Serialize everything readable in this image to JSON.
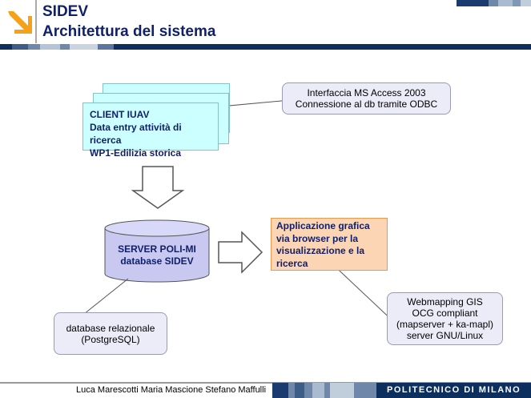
{
  "header": {
    "title": "SIDEV",
    "subtitle": "Architettura del sistema"
  },
  "client": {
    "lines": [
      "CLIENT IUAV",
      "Data entry attività di ricerca",
      "WP1-Edilizia storica"
    ]
  },
  "server": {
    "lines": [
      "SERVER POLI-MI",
      "database SIDEV"
    ]
  },
  "app": {
    "lines": [
      "Applicazione grafica",
      "via browser per la",
      "visualizzazione e la",
      "ricerca"
    ]
  },
  "callouts": {
    "access": [
      "Interfaccia MS Access 2003",
      "Connessione al db tramite ODBC"
    ],
    "db": [
      "database relazionale",
      "(PostgreSQL)"
    ],
    "gis": [
      "Webmapping GIS",
      "OCG compliant",
      "(mapserver + ka-mapl)",
      "server GNU/Linux"
    ]
  },
  "footer": {
    "authors": "Luca Marescotti Maria Mascione Stefano Maffulli",
    "institution": "POLITECNICO DI MILANO"
  },
  "colors": {
    "navy": "#0d2f5e",
    "orange": "#f5a21b",
    "cyan": "#ccffff",
    "peach": "#fcd5b4"
  }
}
